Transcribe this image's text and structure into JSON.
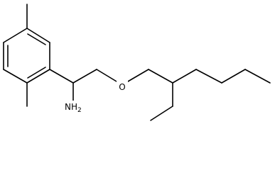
{
  "molecule": {
    "atom_labels": {
      "oxygen": "O",
      "amine": {
        "main": "NH",
        "subscript": "2"
      }
    },
    "bond_color": "#000000",
    "background": "#ffffff"
  }
}
